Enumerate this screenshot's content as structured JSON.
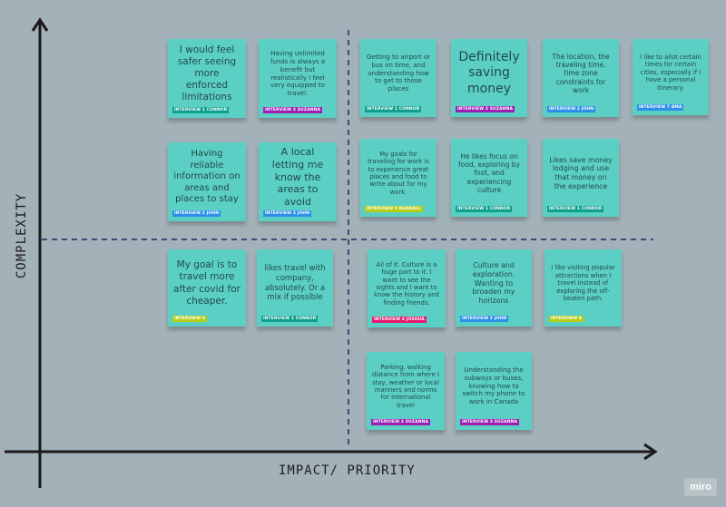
{
  "axes": {
    "x_label": "IMPACT/ PRIORITY",
    "y_label": "COMPLEXITY"
  },
  "logo": "miro",
  "colors": {
    "background": "#a3b1b8",
    "note": "#5ccfc4",
    "note_text": "#1f4a48",
    "axis": "#1a1a1a",
    "divider": "#1d2a5e"
  },
  "notes": [
    {
      "text": "I would feel safer seeing more enforced limitations",
      "tag": "INTERVIEW 1 CONNOR",
      "tag_color": "#0fa08d"
    },
    {
      "text": "Having unlimited funds is always a benefit but realistically I feel very equipped to travel.",
      "tag": "INTERVIEW 3 SUZANNA",
      "tag_color": "#9b1fb3"
    },
    {
      "text": "Getting to airport or bus on time, and understanding how to get to those places",
      "tag": "INTERVIEW 1 CONNOR",
      "tag_color": "#0fa08d"
    },
    {
      "text": "Definitely saving money",
      "tag": "INTERVIEW 3 SUZANNA",
      "tag_color": "#9b1fb3"
    },
    {
      "text": "The location, the traveling time, time zone constraints for work",
      "tag": "INTERVIEW 2 JOHN",
      "tag_color": "#2e8fe8"
    },
    {
      "text": "I like to allot certain times for certain cities, especially if I have a personal itinerary.",
      "tag": "INTERVIEW 7 AMA",
      "tag_color": "#2e8fe8"
    },
    {
      "text": "Having reliable information on areas and places to stay",
      "tag": "INTERVIEW 2 JOHN",
      "tag_color": "#2e8fe8"
    },
    {
      "text": "A local letting me know the areas to avoid",
      "tag": "INTERVIEW 2 JOHN",
      "tag_color": "#2e8fe8"
    },
    {
      "text": "My goals for traveling for work is to experience great places and food to write about for my work.",
      "tag": "INTERVIEW 5 KENDALL",
      "tag_color": "#b5cc18"
    },
    {
      "text": "He likes focus on food, exploring by foot, and experiencing culture",
      "tag": "INTERVIEW 1 CONNOR",
      "tag_color": "#0fa08d"
    },
    {
      "text": "Likes save money lodging and use that money on the experience",
      "tag": "INTERVIEW 1 CONNOR",
      "tag_color": "#0fa08d"
    },
    {
      "text": "My goal is to travel more after covid for cheaper.",
      "tag": "INTERVIEW 9",
      "tag_color": "#b5cc18"
    },
    {
      "text": "likes travel with company, absolutely. Or a mix if possible",
      "tag": "INTERVIEW 1 CONNOR",
      "tag_color": "#0fa08d"
    },
    {
      "text": "All of it. Culture is a huge part to it. I want to see the sights and I want to know the history and finding friends.",
      "tag": "INTERVIEW 4 JOSHUA",
      "tag_color": "#e8186f"
    },
    {
      "text": "Culture and exploration. Wanting to broaden my horizons",
      "tag": "INTERVIEW 2 JOHN",
      "tag_color": "#2e8fe8"
    },
    {
      "text": "I like visiting popular attractions when I travel instead of exploring the off-beaten path.",
      "tag": "INTERVIEW 9",
      "tag_color": "#b5cc18"
    },
    {
      "text": "Parking, walking distance from where I stay, weather or local manners and norms for international travel",
      "tag": "INTERVIEW 3 SUZANNA",
      "tag_color": "#9b1fb3"
    },
    {
      "text": "Understanding the subways or buses, knowing how to switch my phone to work in Canada",
      "tag": "INTERVIEW 3 SUZANNA",
      "tag_color": "#9b1fb3"
    }
  ]
}
